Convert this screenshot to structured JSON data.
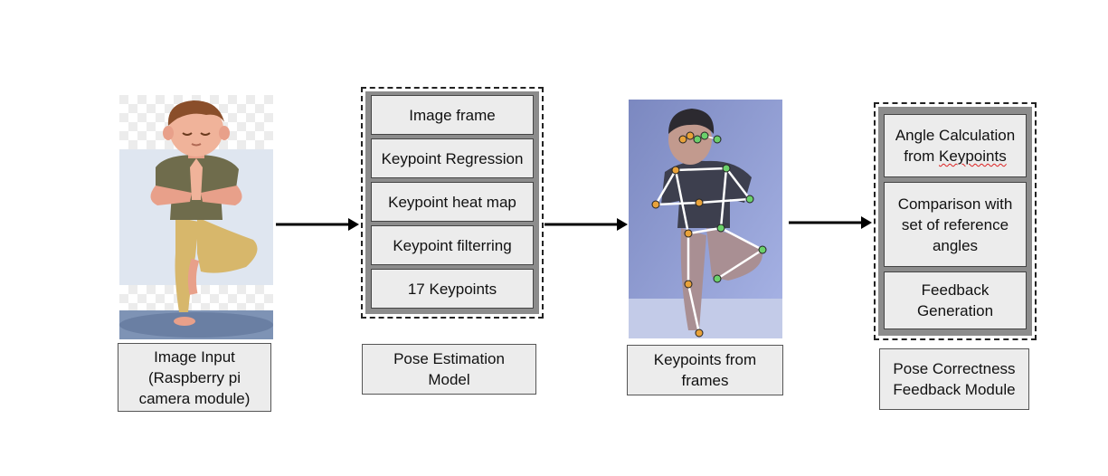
{
  "image_input": {
    "caption": "Image Input\n(Raspberry pi\ncamera module)"
  },
  "pose_model": {
    "steps": [
      "Image  frame",
      "Keypoint Regression",
      "Keypoint heat map",
      "Keypoint filterring",
      "17 Keypoints"
    ],
    "caption": "Pose Estimation\nModel"
  },
  "keypoints": {
    "caption": "Keypoints from\nframes"
  },
  "feedback": {
    "steps": {
      "angle_line1": "Angle Calculation",
      "angle_line2_prefix": "from ",
      "angle_line2_word": "Keypoints",
      "comparison": "Comparison with\nset of reference\nangles",
      "generation": "Feedback\nGeneration"
    },
    "caption": "Pose Correctness\nFeedback Module"
  },
  "colors": {
    "box_fill": "#ececec",
    "stack_fill": "#8c8c8c",
    "arrow": "#000000",
    "skeleton": "#ffffff"
  }
}
